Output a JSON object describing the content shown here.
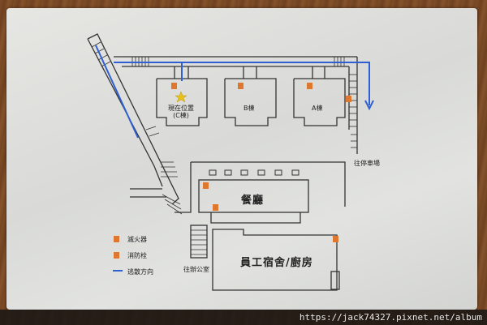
{
  "colors": {
    "walls": "#333333",
    "evacuation_route": "#2f5fd0",
    "fire_equipment": "#e0772e",
    "here_star": "#e6c21a"
  },
  "buildings": {
    "c_block": "現在位置\n(C棟)",
    "b_block": "B棟",
    "a_block": "A棟",
    "restaurant": "餐廳",
    "dormitory": "員工宿舍/廚房"
  },
  "directions": {
    "to_parking": "往停車場",
    "to_office": "往辦公室"
  },
  "legend": [
    {
      "icon": "extinguisher-icon",
      "label": "滅火器"
    },
    {
      "icon": "hydrant-icon",
      "label": "消防栓"
    },
    {
      "icon": "route-line-icon",
      "label": "逃散方向"
    }
  ],
  "watermark": "https://jack74327.pixnet.net/album"
}
